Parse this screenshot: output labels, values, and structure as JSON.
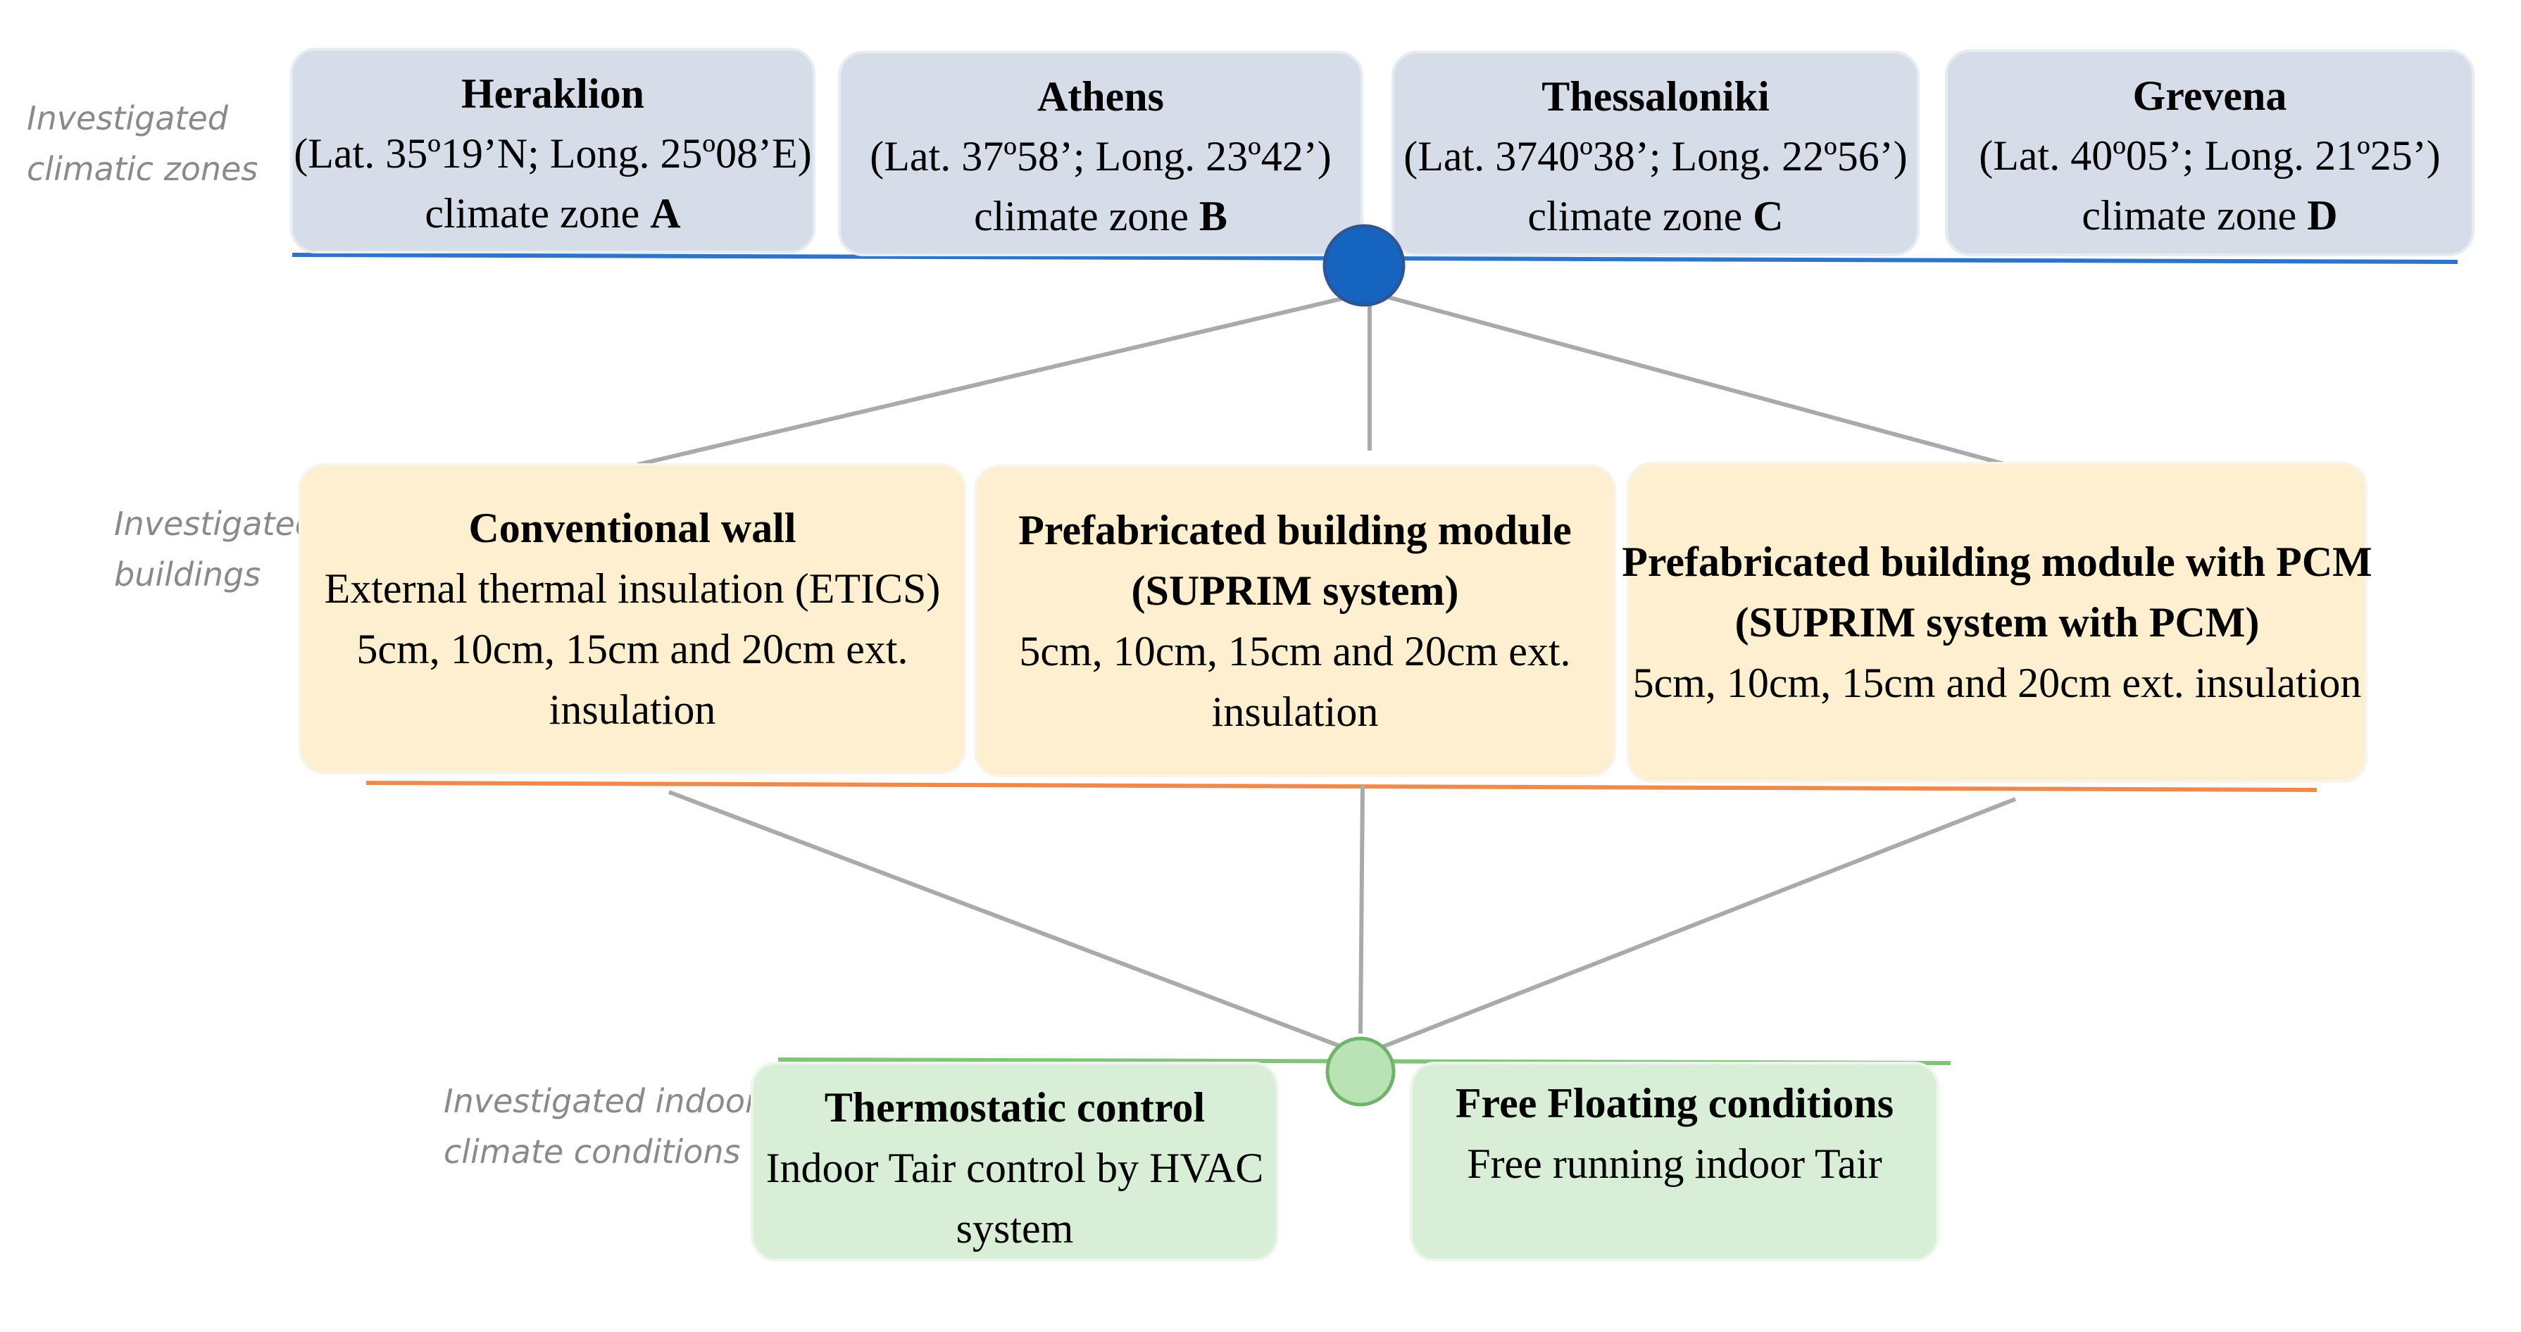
{
  "level_labels": {
    "zones": [
      "Investigated",
      "climatic zones"
    ],
    "buildings": [
      "Investigated",
      "buildings"
    ],
    "indoor": [
      "Investigated indoor",
      "climate conditions"
    ]
  },
  "zones": [
    {
      "city": "Heraklion",
      "coords": "(Lat. 35º19’N; Long. 25º08’E)",
      "zone_prefix": "climate zone ",
      "zone_letter": "A"
    },
    {
      "city": "Athens",
      "coords": "(Lat. 37º58’; Long. 23º42’)",
      "zone_prefix": "climate zone ",
      "zone_letter": "B"
    },
    {
      "city": "Thessaloniki",
      "coords": "(Lat. 3740º38’; Long. 22º56’)",
      "zone_prefix": "climate zone ",
      "zone_letter": "C"
    },
    {
      "city": "Grevena",
      "coords": "(Lat. 40º05’; Long. 21º25’)",
      "zone_prefix": "climate zone ",
      "zone_letter": "D"
    }
  ],
  "buildings": [
    {
      "title": [
        "Conventional wall"
      ],
      "body": [
        "External thermal insulation (ETICS)",
        "5cm, 10cm, 15cm and 20cm ext.",
        "insulation"
      ]
    },
    {
      "title": [
        "Prefabricated building module",
        "(SUPRIM system)"
      ],
      "body": [
        "5cm, 10cm, 15cm and 20cm ext.",
        "insulation"
      ]
    },
    {
      "title": [
        "Prefabricated building module with PCM",
        "(SUPRIM system with PCM)"
      ],
      "body": [
        "5cm, 10cm, 15cm and 20cm ext. insulation"
      ]
    }
  ],
  "conditions": [
    {
      "title": "Thermostatic control",
      "body": [
        "Indoor Tair control by HVAC",
        "system"
      ]
    },
    {
      "title": "Free Floating conditions",
      "body": [
        "Free running  indoor Tair"
      ]
    }
  ],
  "colors": {
    "zone_fill": "#d6dde8",
    "zone_line": "#2e74c9",
    "zone_node": "#1565c0",
    "building_fill": "#fdefcf",
    "building_line": "#f08a4b",
    "condition_fill": "#d9eed6",
    "condition_line": "#82c57a",
    "condition_node": "#b9e3b4",
    "connector": "#aaaaaa",
    "side_label": "#8a8a8a"
  }
}
